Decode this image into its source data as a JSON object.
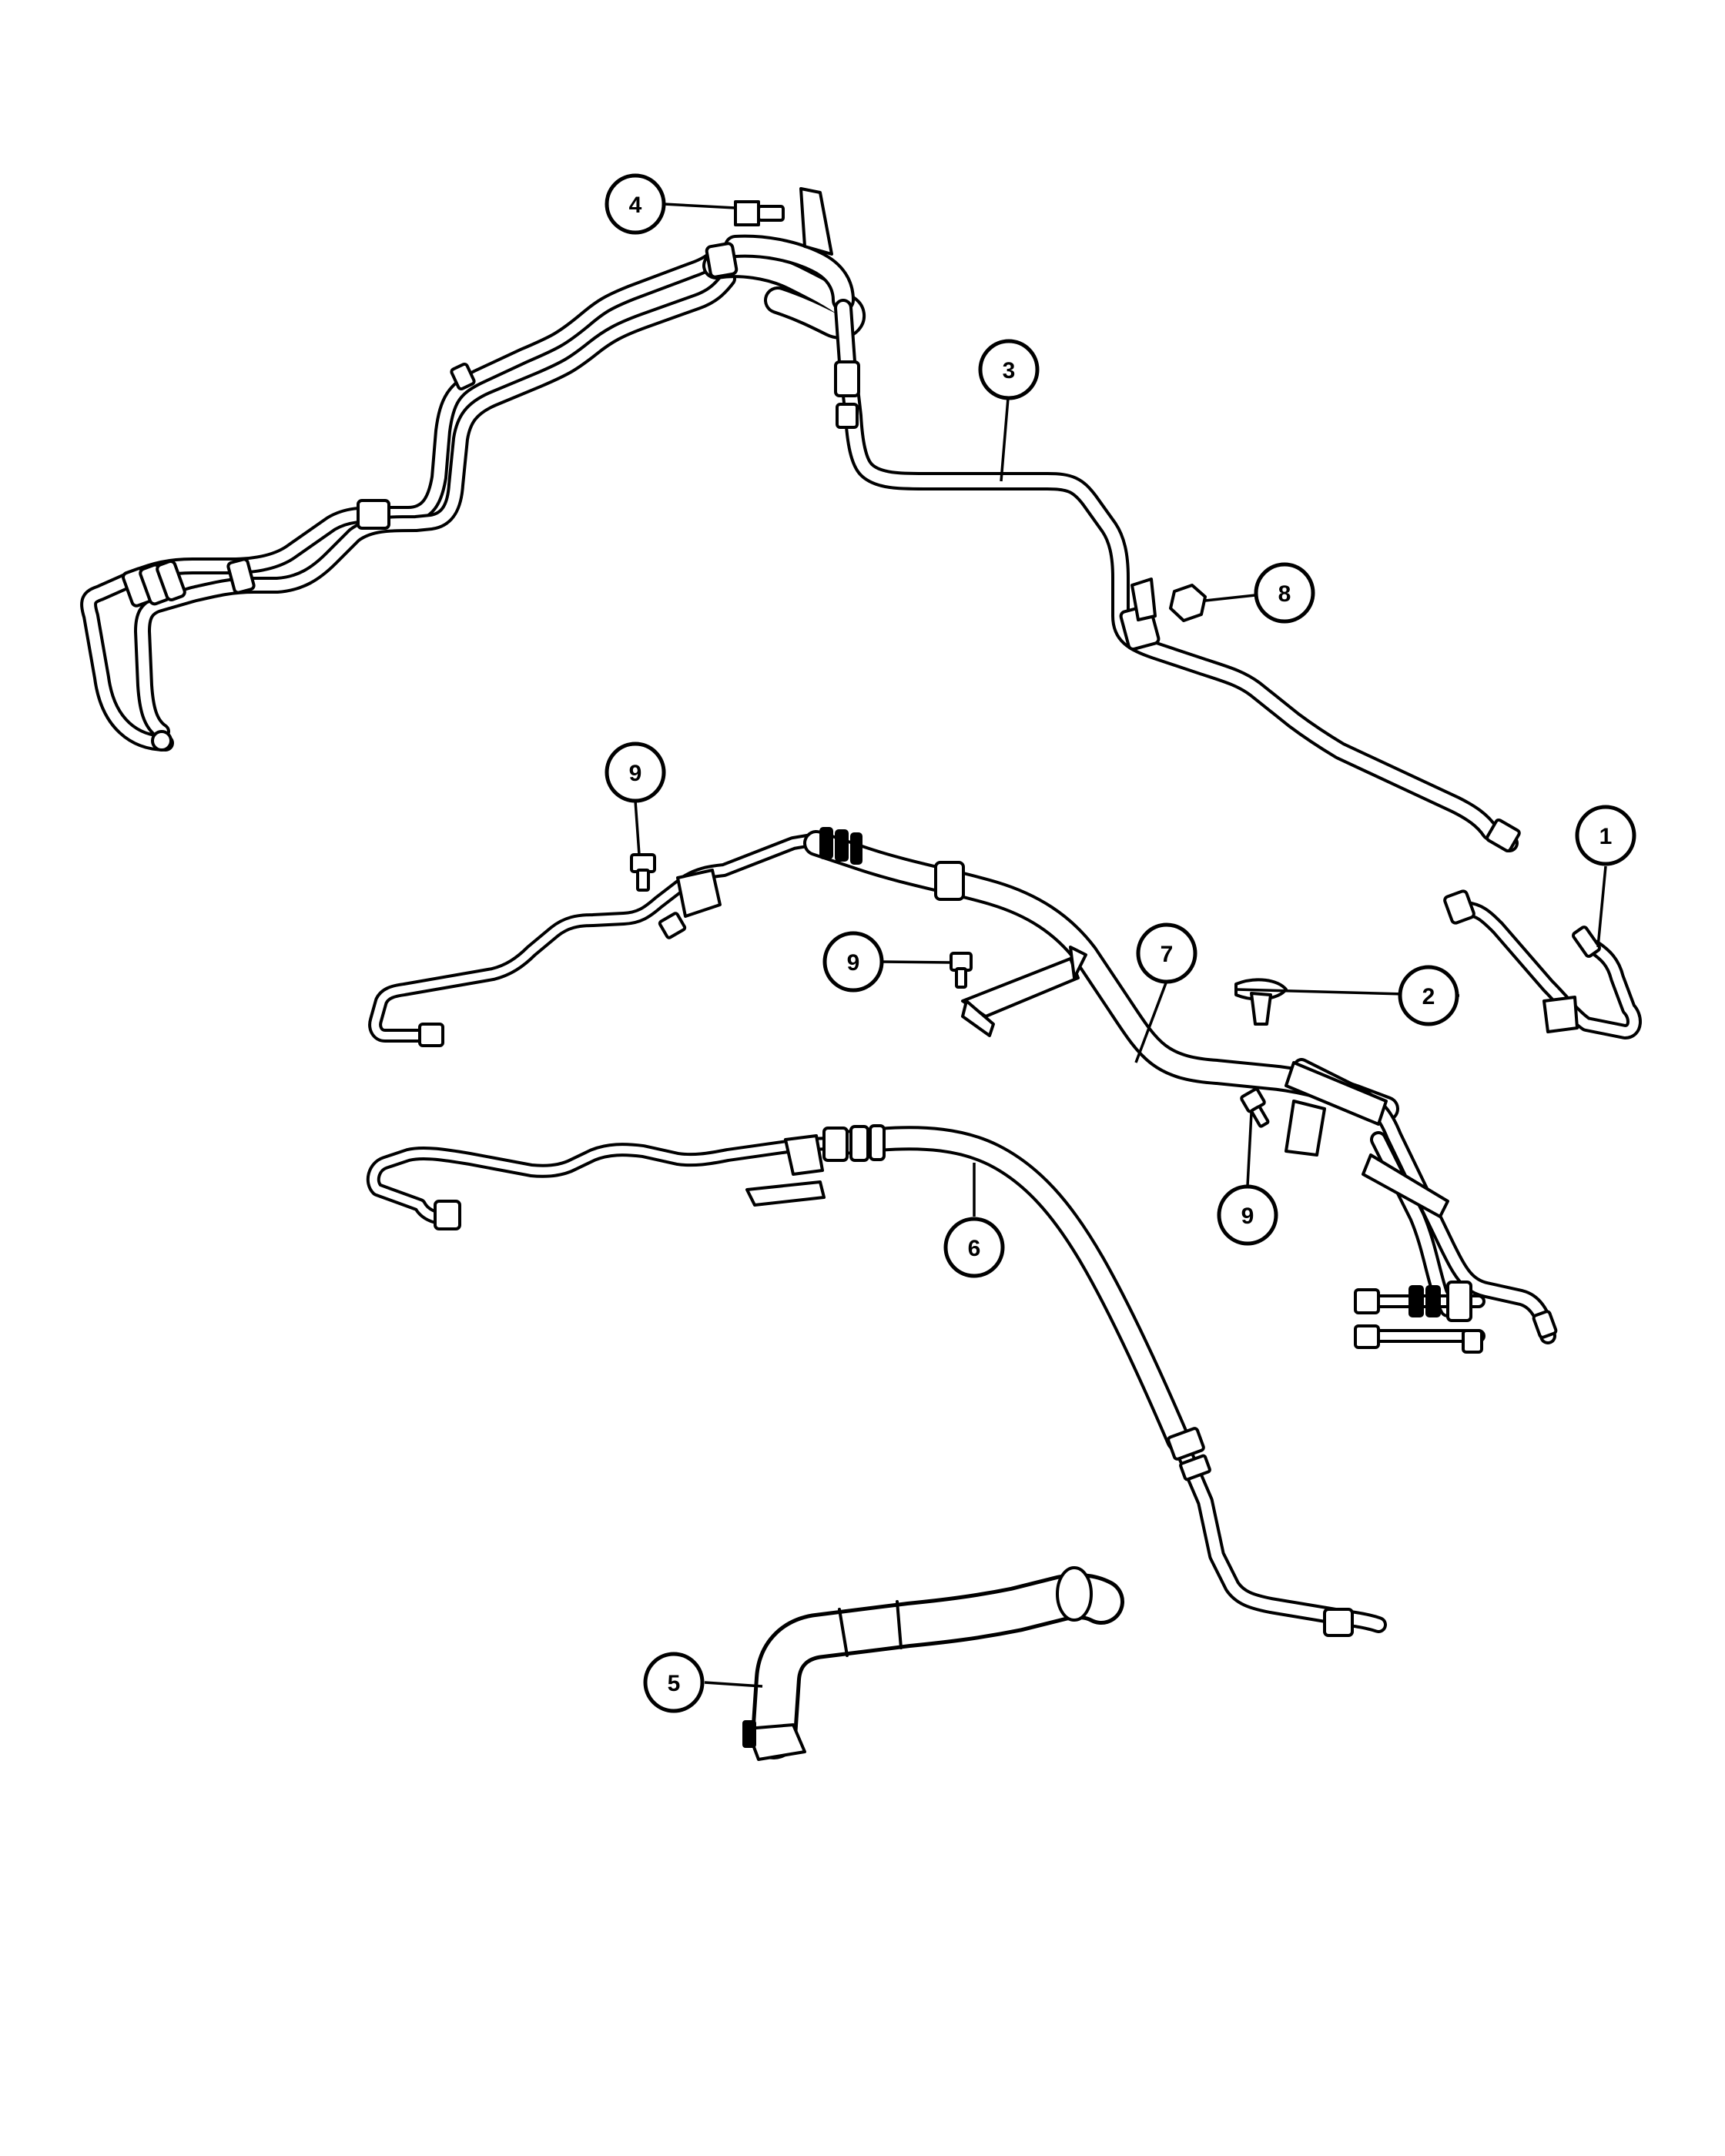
{
  "callouts": [
    {
      "id": "callout-1",
      "label": "1"
    },
    {
      "id": "callout-2",
      "label": "2"
    },
    {
      "id": "callout-3",
      "label": "3"
    },
    {
      "id": "callout-4",
      "label": "4"
    },
    {
      "id": "callout-5",
      "label": "5"
    },
    {
      "id": "callout-6",
      "label": "6"
    },
    {
      "id": "callout-7",
      "label": "7"
    },
    {
      "id": "callout-8",
      "label": "8"
    },
    {
      "id": "callout-9a",
      "label": "9"
    },
    {
      "id": "callout-9b",
      "label": "9"
    },
    {
      "id": "callout-9c",
      "label": "9"
    }
  ]
}
